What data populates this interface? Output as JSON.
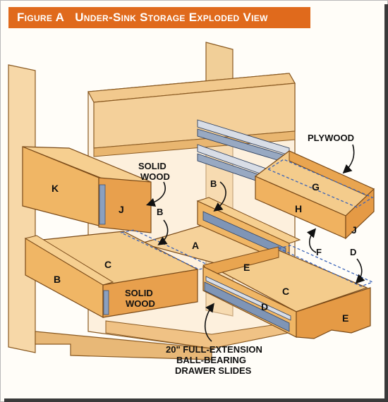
{
  "title": {
    "figure": "Figure A",
    "name": "Under-Sink Storage Exploded View"
  },
  "colors": {
    "title_bg": "#e06a1c",
    "wood_light": "#f3c47c",
    "wood_mid": "#e8a659",
    "wood_dark": "#c97f34",
    "cabinet": "#f7dbb0",
    "slide": "#6f86a8",
    "dashed": "#3a63b8"
  },
  "part_labels": {
    "k": "K",
    "j_left": "J",
    "a": "A",
    "b_left": "B",
    "c_left": "C",
    "b_top": "B",
    "g": "G",
    "h": "H",
    "j_right": "J",
    "e_top": "E",
    "c_right": "C",
    "d": "D",
    "e_front": "E"
  },
  "callouts": {
    "solid_wood_top_1": "SOLID",
    "solid_wood_top_2": "WOOD",
    "solid_wood_bottom_1": "SOLID",
    "solid_wood_bottom_2": "WOOD",
    "plywood": "PLYWOOD",
    "b_arrow": "B",
    "b_arrow_top": "B",
    "f_arrow": "F",
    "d_arrow": "D",
    "slides_1": "20\" FULL-EXTENSION",
    "slides_2": "BALL-BEARING",
    "slides_3": "DRAWER SLIDES"
  }
}
